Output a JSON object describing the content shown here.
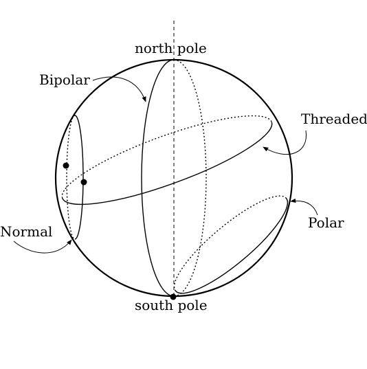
{
  "labels": {
    "north_pole": "north pole",
    "south_pole": "south pole",
    "bipolar": "Bipolar",
    "threaded": "Threaded",
    "polar": "Polar",
    "normal": "Normal"
  },
  "colors": {
    "stroke": "#000000",
    "background": "#ffffff"
  }
}
